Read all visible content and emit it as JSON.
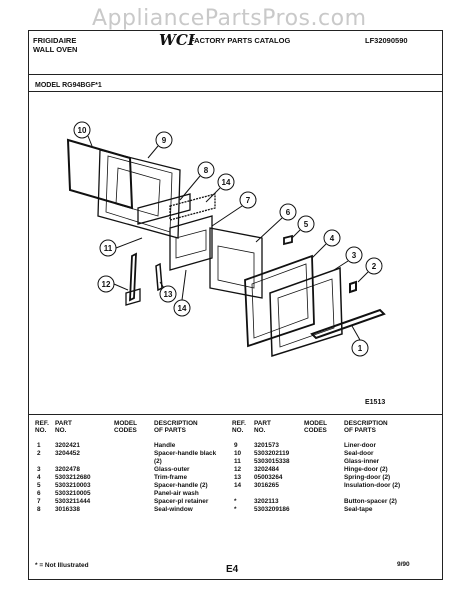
{
  "watermark": "AppliancePartsPros.com",
  "header": {
    "brand_line1": "FRIGIDAIRE",
    "brand_line2": "WALL OVEN",
    "logo": "WCI",
    "catalog": "FACTORY PARTS CATALOG",
    "code": "LF32090590"
  },
  "model": "MODEL RG94BGF*1",
  "callouts": [
    "1",
    "2",
    "3",
    "4",
    "5",
    "6",
    "7",
    "8",
    "9",
    "10",
    "11",
    "12",
    "13",
    "14",
    "14"
  ],
  "figure_ref": "E1513",
  "table_headers": {
    "ref": "REF.",
    "no": "NO.",
    "part": "PART",
    "no2": "NO.",
    "model": "MODEL",
    "codes": "CODES",
    "desc": "DESCRIPTION",
    "ofparts": "OF PARTS"
  },
  "parts_left": [
    {
      "ref": "1",
      "part": "3202421",
      "desc": "Handle"
    },
    {
      "ref": "2",
      "part": "3204452",
      "desc": "Spacer-handle black"
    },
    {
      "ref": "",
      "part": "",
      "desc": "(2)"
    },
    {
      "ref": "3",
      "part": "3202478",
      "desc": "Glass-outer"
    },
    {
      "ref": "4",
      "part": "5303212680",
      "desc": "Trim-frame"
    },
    {
      "ref": "5",
      "part": "5303210003",
      "desc": "Spacer-handle (2)"
    },
    {
      "ref": "6",
      "part": "5303210005",
      "desc": "Panel-air wash"
    },
    {
      "ref": "7",
      "part": "5303211444",
      "desc": "Spacer-pl retainer"
    },
    {
      "ref": "8",
      "part": "3016338",
      "desc": "Seal-window"
    }
  ],
  "parts_right": [
    {
      "ref": "9",
      "part": "3201573",
      "desc": "Liner-door"
    },
    {
      "ref": "10",
      "part": "5303202119",
      "desc": "Seal-door"
    },
    {
      "ref": "11",
      "part": "5303015338",
      "desc": "Glass-inner"
    },
    {
      "ref": "12",
      "part": "3202484",
      "desc": "Hinge-door (2)"
    },
    {
      "ref": "13",
      "part": "05003264",
      "desc": "Spring-door (2)"
    },
    {
      "ref": "14",
      "part": "3016265",
      "desc": "Insulation-door (2)"
    },
    {
      "ref": "",
      "part": "",
      "desc": ""
    },
    {
      "ref": "*",
      "part": "3202113",
      "desc": "Button-spacer (2)"
    },
    {
      "ref": "*",
      "part": "5303209186",
      "desc": "Seal-tape"
    }
  ],
  "footer": {
    "note": "* = Not Illustrated",
    "page": "E4",
    "date": "9/90"
  }
}
